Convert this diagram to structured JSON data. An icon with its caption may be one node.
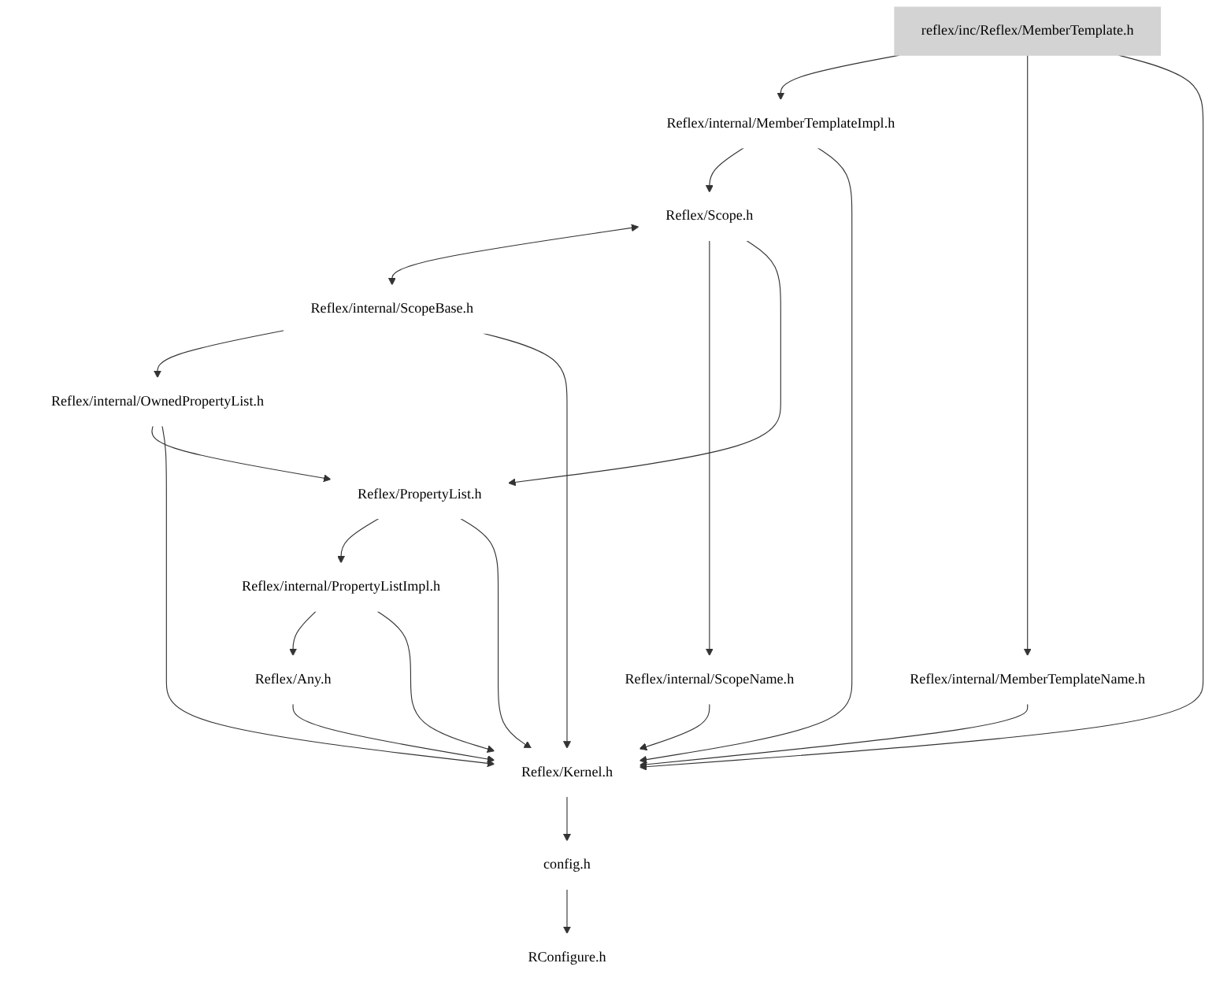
{
  "diagram": {
    "nodes": [
      {
        "text": [
          "reflex/inc/Reflex/MemberTemplate.h"
        ]
      },
      {
        "text": [
          "Reflex/internal/MemberTemplateImpl.h"
        ]
      },
      {
        "text": [
          "Reflex/internal/MemberTemplateName.h"
        ]
      },
      {
        "text": [
          "Reflex/Scope.h"
        ]
      },
      {
        "text": [
          "Reflex/internal/ScopeBase.h"
        ]
      },
      {
        "text": [
          "Reflex/internal/OwnedPropertyList.h"
        ]
      },
      {
        "text": [
          "Reflex/internal/ScopeName.h"
        ]
      },
      {
        "text": [
          "Reflex/PropertyList.h"
        ]
      },
      {
        "text": [
          "Reflex/internal/PropertyListImpl.h"
        ]
      },
      {
        "text": [
          "Reflex/Any.h"
        ]
      },
      {
        "text": [
          "Reflex/Kernel.h"
        ]
      },
      {
        "text": [
          "config.h"
        ]
      },
      {
        "text": [
          "RConfigure.h"
        ]
      }
    ],
    "edges": [
      {
        "from": 0,
        "to": 1,
        "arrow": "to"
      },
      {
        "from": 0,
        "to": 2,
        "arrow": "to"
      },
      {
        "from": 0,
        "to": 10,
        "arrow": "to"
      },
      {
        "from": 1,
        "to": 3,
        "arrow": "to"
      },
      {
        "from": 1,
        "to": 10,
        "arrow": "to"
      },
      {
        "from": 2,
        "to": 10,
        "arrow": "to"
      },
      {
        "from": 3,
        "to": 4,
        "arrow": "both"
      },
      {
        "from": 3,
        "to": 6,
        "arrow": "to"
      },
      {
        "from": 3,
        "to": 7,
        "arrow": "to"
      },
      {
        "from": 4,
        "to": 5,
        "arrow": "to"
      },
      {
        "from": 4,
        "to": 10,
        "arrow": "to"
      },
      {
        "from": 5,
        "to": 7,
        "arrow": "to"
      },
      {
        "from": 5,
        "to": 10,
        "arrow": "to"
      },
      {
        "from": 6,
        "to": 10,
        "arrow": "to"
      },
      {
        "from": 7,
        "to": 8,
        "arrow": "to"
      },
      {
        "from": 7,
        "to": 10,
        "arrow": "to"
      },
      {
        "from": 8,
        "to": 9,
        "arrow": "to"
      },
      {
        "from": 8,
        "to": 10,
        "arrow": "to"
      },
      {
        "from": 9,
        "to": 10,
        "arrow": "to"
      },
      {
        "from": 10,
        "to": 11,
        "arrow": "to"
      },
      {
        "from": 11,
        "to": 12,
        "arrow": "to"
      }
    ]
  }
}
